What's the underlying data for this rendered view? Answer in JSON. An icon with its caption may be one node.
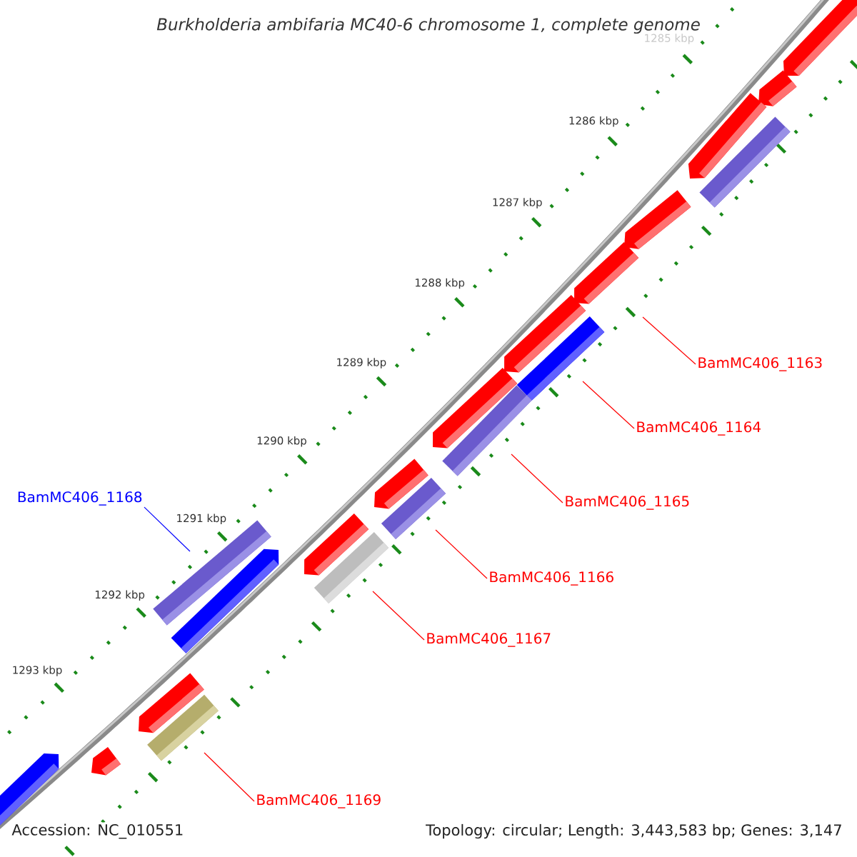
{
  "diagram": {
    "title": "Burkholderia ambifaria MC40-6 chromosome 1, complete genome",
    "nodes": [
      {
        "text": [
          "BamMC406_1163"
        ]
      },
      {
        "text": [
          "BamMC406_1164"
        ]
      },
      {
        "text": [
          "BamMC406_1168"
        ]
      },
      {
        "text": [
          "BamMC406_1165"
        ]
      },
      {
        "text": [
          "BamMC406_1166"
        ]
      },
      {
        "text": [
          "BamMC406_1167"
        ]
      },
      {
        "text": [
          "BamMC406_1169"
        ]
      }
    ],
    "edges": [
      {
        "from": 0,
        "to": null,
        "arrow": "none"
      },
      {
        "from": 1,
        "to": null,
        "arrow": "none"
      },
      {
        "from": 2,
        "to": null,
        "arrow": "none",
        "color": "#0000ff"
      },
      {
        "from": 3,
        "to": null,
        "arrow": "none"
      },
      {
        "from": 4,
        "to": null,
        "arrow": "none"
      },
      {
        "from": 5,
        "to": null,
        "arrow": "none"
      },
      {
        "from": 6,
        "to": null,
        "arrow": "none"
      }
    ],
    "labels": [
      "1285 kbp",
      "1286 kbp",
      "1287 kbp",
      "1288 kbp",
      "1289 kbp",
      "1290 kbp",
      "1291 kbp",
      "1292 kbp",
      "1293 kbp",
      "Accession: NC_010551",
      "Topology: circular; Length: 3,443,583 bp; Genes: 3,147"
    ]
  }
}
